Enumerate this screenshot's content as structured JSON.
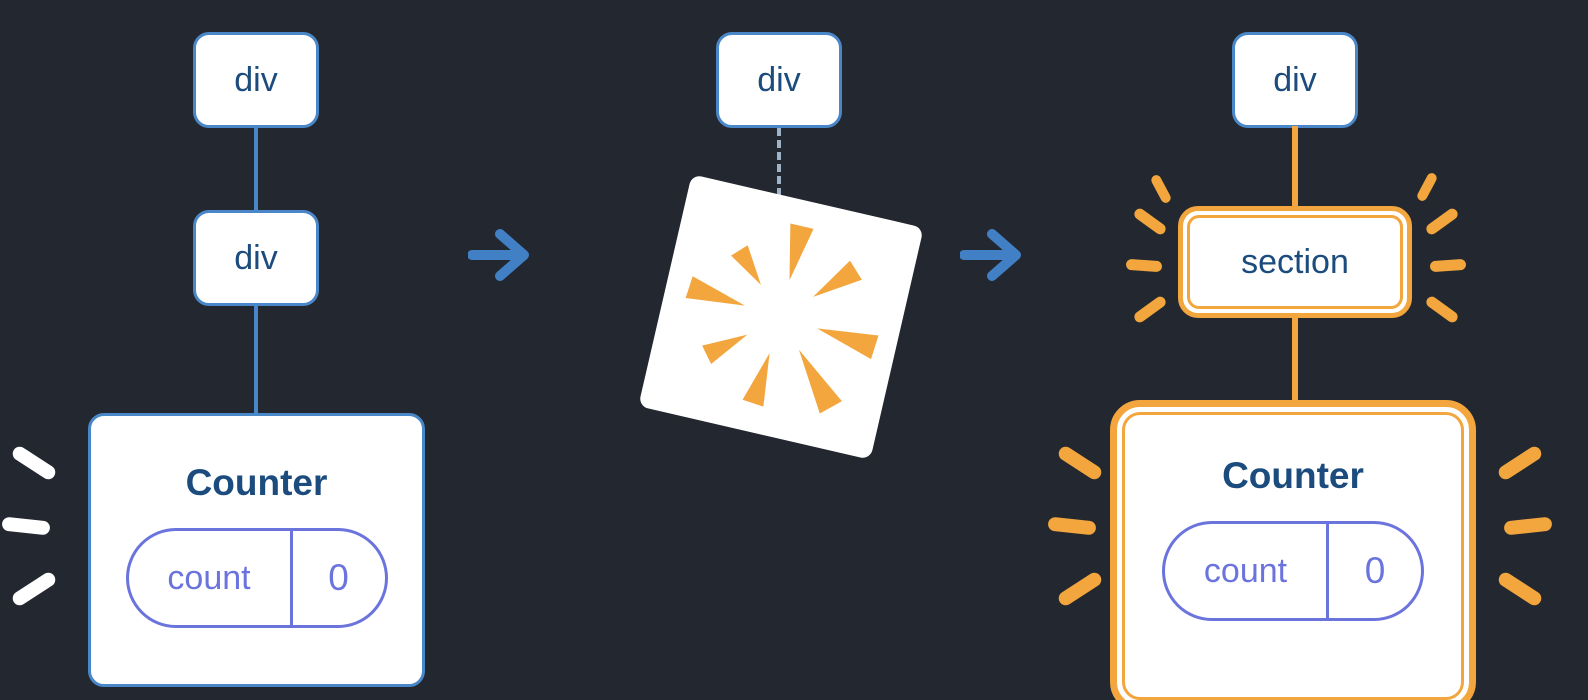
{
  "colors": {
    "background": "#23272f",
    "node_border_blue": "#4a87c8",
    "label_navy": "#1b4c7d",
    "highlight_orange": "#f2a63d",
    "state_purple": "#6b74dd",
    "arrow_blue": "#4180c4",
    "dashed_gray": "#9fb3c8",
    "burst_white": "#ffffff"
  },
  "stage1": {
    "root_label": "div",
    "child_label": "div",
    "component_title": "Counter",
    "state_key": "count",
    "state_value": "0"
  },
  "stage2": {
    "root_label": "div"
  },
  "stage3": {
    "root_label": "div",
    "child_label": "section",
    "component_title": "Counter",
    "state_key": "count",
    "state_value": "0"
  }
}
